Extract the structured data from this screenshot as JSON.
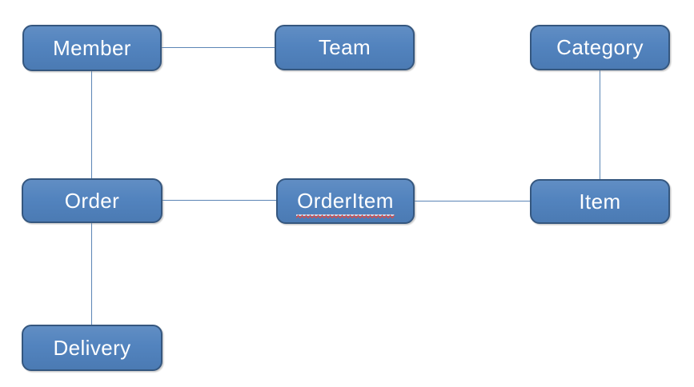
{
  "diagram": {
    "colors": {
      "background": "#ffffff",
      "node_fill": "#4f81bd",
      "node_border": "#35577f",
      "node_text": "#ffffff",
      "connector": "#5b85b5",
      "squiggle": "#dd4a44",
      "underline": "#ffffff"
    },
    "nodes": [
      {
        "id": "member",
        "label": "Member"
      },
      {
        "id": "team",
        "label": "Team"
      },
      {
        "id": "category",
        "label": "Category"
      },
      {
        "id": "order",
        "label": "Order"
      },
      {
        "id": "orderitem",
        "label": "OrderItem",
        "underlined": true,
        "spellcheck_squiggle": true
      },
      {
        "id": "item",
        "label": "Item"
      },
      {
        "id": "delivery",
        "label": "Delivery"
      }
    ],
    "connectors": [
      {
        "from": "Member",
        "to": "Team"
      },
      {
        "from": "Member",
        "to": "Order"
      },
      {
        "from": "Order",
        "to": "OrderItem"
      },
      {
        "from": "OrderItem",
        "to": "Item"
      },
      {
        "from": "Category",
        "to": "Item"
      },
      {
        "from": "Order",
        "to": "Delivery"
      }
    ]
  }
}
